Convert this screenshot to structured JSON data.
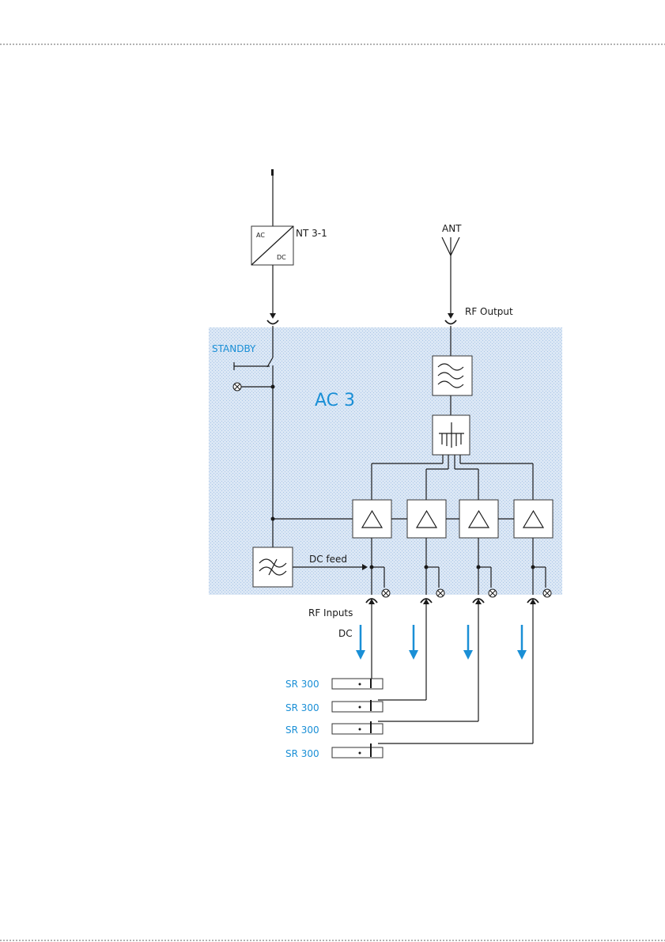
{
  "labels": {
    "psu": "NT 3-1",
    "psu_ac": "AC",
    "psu_dc": "DC",
    "antenna": "ANT",
    "rf_output": "RF Output",
    "standby": "STANDBY",
    "device": "AC 3",
    "dc_feed": "DC feed",
    "rf_inputs": "RF Inputs",
    "dc": "DC"
  },
  "receivers": [
    {
      "label": "SR 300"
    },
    {
      "label": "SR 300"
    },
    {
      "label": "SR 300"
    },
    {
      "label": "SR 300"
    }
  ],
  "colors": {
    "accent": "#1a8fd6",
    "device_background": "#cfe0f3",
    "line": "#1a1a1a"
  },
  "icons": [
    "ac-dc-converter-icon",
    "antenna-icon",
    "bandpass-filter-icon",
    "splitter-icon",
    "amplifier-icon",
    "lowpass-filter-icon",
    "lamp-icon",
    "bnc-connector-icon",
    "down-arrow-icon"
  ]
}
